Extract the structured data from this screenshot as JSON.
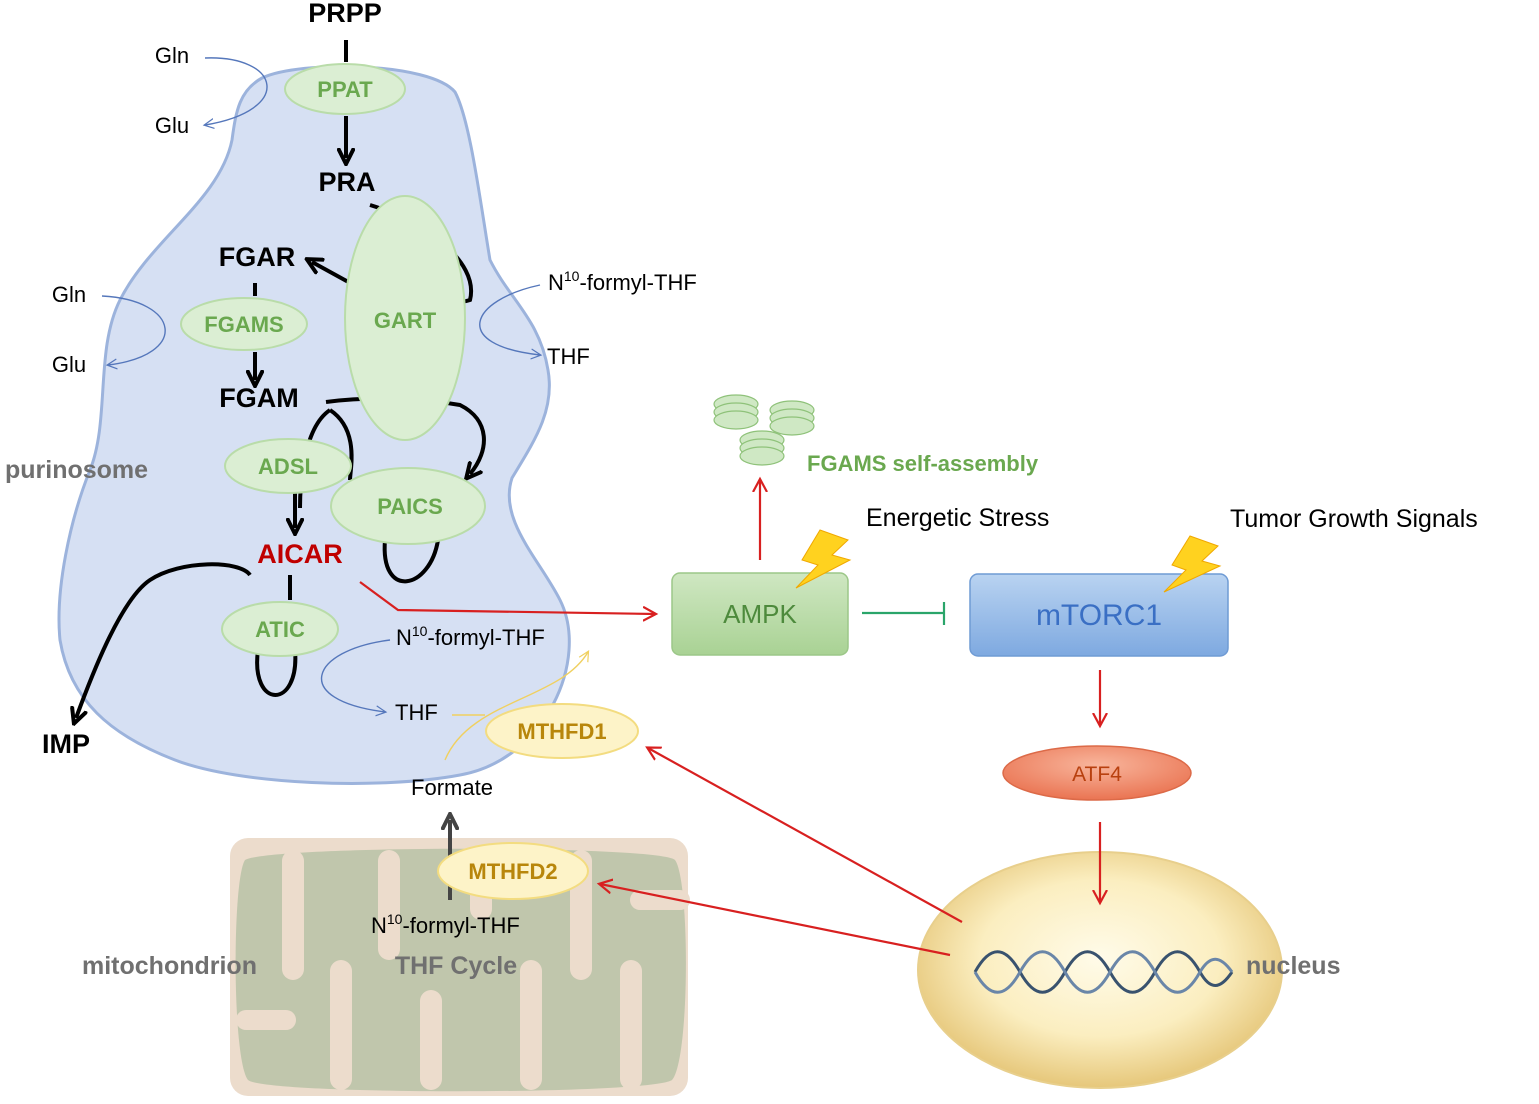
{
  "metabolites": {
    "prpp": "PRPP",
    "pra": "PRA",
    "fgar": "FGAR",
    "fgam": "FGAM",
    "aicar": "AICAR",
    "imp": "IMP"
  },
  "enzymes": {
    "ppat": "PPAT",
    "gart": "GART",
    "fgams": "FGAMS",
    "adsl": "ADSL",
    "paics": "PAICS",
    "atic": "ATIC",
    "mthfd1": "MTHFD1",
    "mthfd2": "MTHFD2"
  },
  "cofactors": {
    "gln1": "Gln",
    "glu1": "Glu",
    "gln2": "Gln",
    "glu2": "Glu",
    "n10_prefix": "N",
    "n10_sup": "10",
    "n10_suffix": "-formyl-THF",
    "thf": "THF",
    "formate": "Formate"
  },
  "regions": {
    "purinosome": "purinosome",
    "mitochondrion": "mitochondrion",
    "thf_cycle": "THF Cycle",
    "nucleus": "nucleus"
  },
  "signaling": {
    "ampk": "AMPK",
    "mtorc1": "mTORC1",
    "atf4": "ATF4",
    "fgams_self_assembly": "FGAMS self-assembly",
    "energetic_stress": "Energetic Stress",
    "tumor_growth_signals": "Tumor Growth Signals"
  },
  "colors": {
    "purinosome_fill": "#d6e0f3",
    "purinosome_stroke": "#9cb3dc",
    "enzyme_green_fill": "#dbeed3",
    "enzyme_green_text": "#6aa84f",
    "enzyme_yellow_fill": "#fdf3c8",
    "enzyme_yellow_text": "#b8860b",
    "activation_arrow": "#d82020",
    "inhibition": "#2aa56a",
    "ampk_fill": "#b9dca9",
    "mtorc1_fill": "#8ab4e6",
    "mtorc1_text": "#3a6fc4",
    "atf4_fill": "#f08a6a",
    "atf4_text": "#b8400f",
    "aicar_text": "#c00000",
    "mitochondrion_bg": "#ecdccc",
    "mitochondrion_inner": "#b8c2a6"
  },
  "icons": [
    "lightning-bolt-icon",
    "dna-helix-icon",
    "fgams-filament-icon"
  ]
}
